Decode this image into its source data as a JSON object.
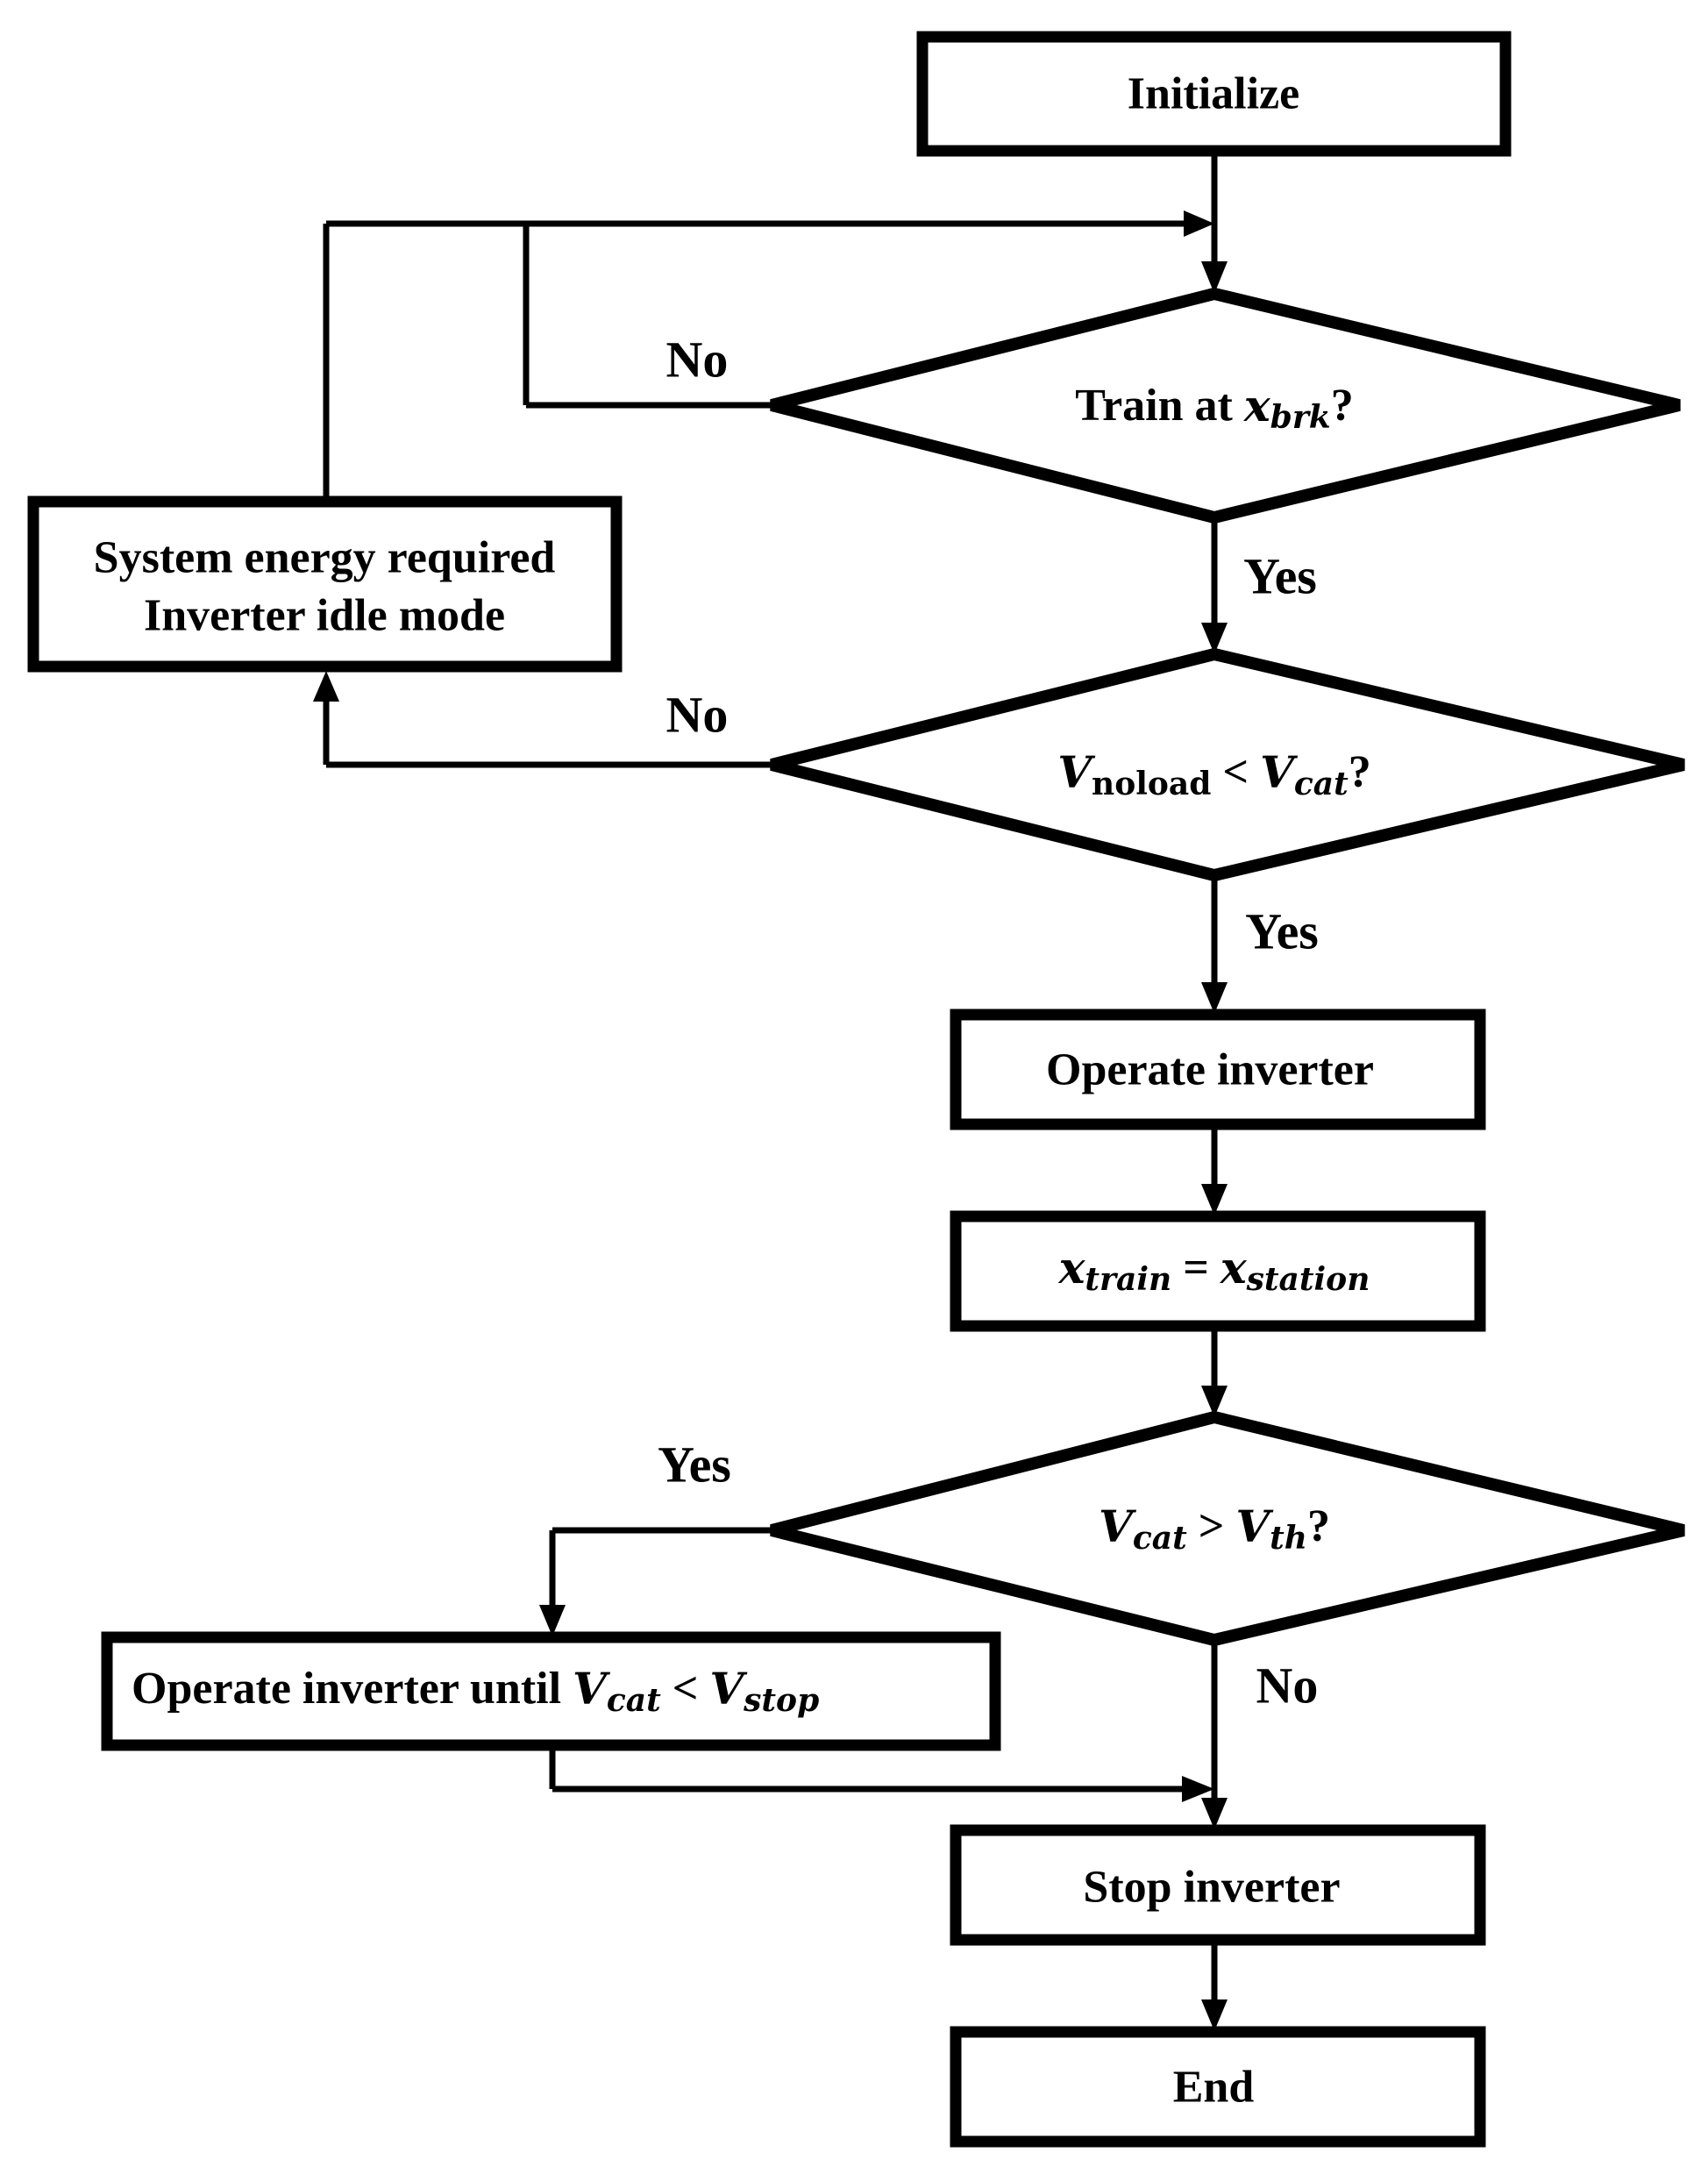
{
  "nodes": {
    "initialize": "Initialize",
    "train_at": {
      "prefix": "Train at ",
      "var": "x",
      "sub": "brk",
      "suffix": "?"
    },
    "energy_required": {
      "line1": "System energy required",
      "line2": "Inverter idle mode"
    },
    "vnoload": {
      "v1": "V",
      "sub1": "noload",
      "op": " < ",
      "v2": "V",
      "sub2": "cat",
      "suffix": "?"
    },
    "operate_inverter": "Operate inverter",
    "xtrain": {
      "v1": "x",
      "sub1": "train",
      "op": " = ",
      "v2": "x",
      "sub2": "station"
    },
    "vcat_vth": {
      "v1": "V",
      "sub1": "cat",
      "op": " > ",
      "v2": "V",
      "sub2": "th",
      "suffix": "?"
    },
    "operate_until": {
      "prefix": "Operate inverter until  ",
      "v1": "V",
      "sub1": "cat",
      "op": " < ",
      "v2": "V",
      "sub2": "stop"
    },
    "stop_inverter": "Stop inverter",
    "end": "End"
  },
  "edge_labels": {
    "train_no": "No",
    "train_yes": "Yes",
    "vnoload_no": "No",
    "vnoload_yes": "Yes",
    "vth_yes": "Yes",
    "vth_no": "No"
  },
  "colors": {
    "stroke": "#000000",
    "background": "#ffffff"
  }
}
